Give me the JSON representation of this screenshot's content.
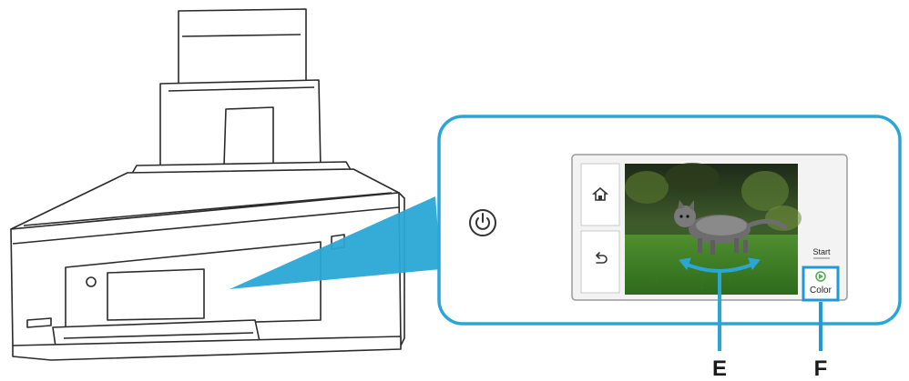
{
  "callouts": {
    "E": "E",
    "F": "F"
  },
  "touch_screen": {
    "start_label": "Start",
    "color_button_label": "Color",
    "home_icon": "home-icon",
    "back_icon": "back-icon",
    "power_icon": "power-icon"
  },
  "colors": {
    "callout_cyan": "#2aa6d6",
    "highlight_blue": "#1f9ad6",
    "swipe_arrow": "#2aa6d6",
    "start_green": "#4caf50"
  }
}
